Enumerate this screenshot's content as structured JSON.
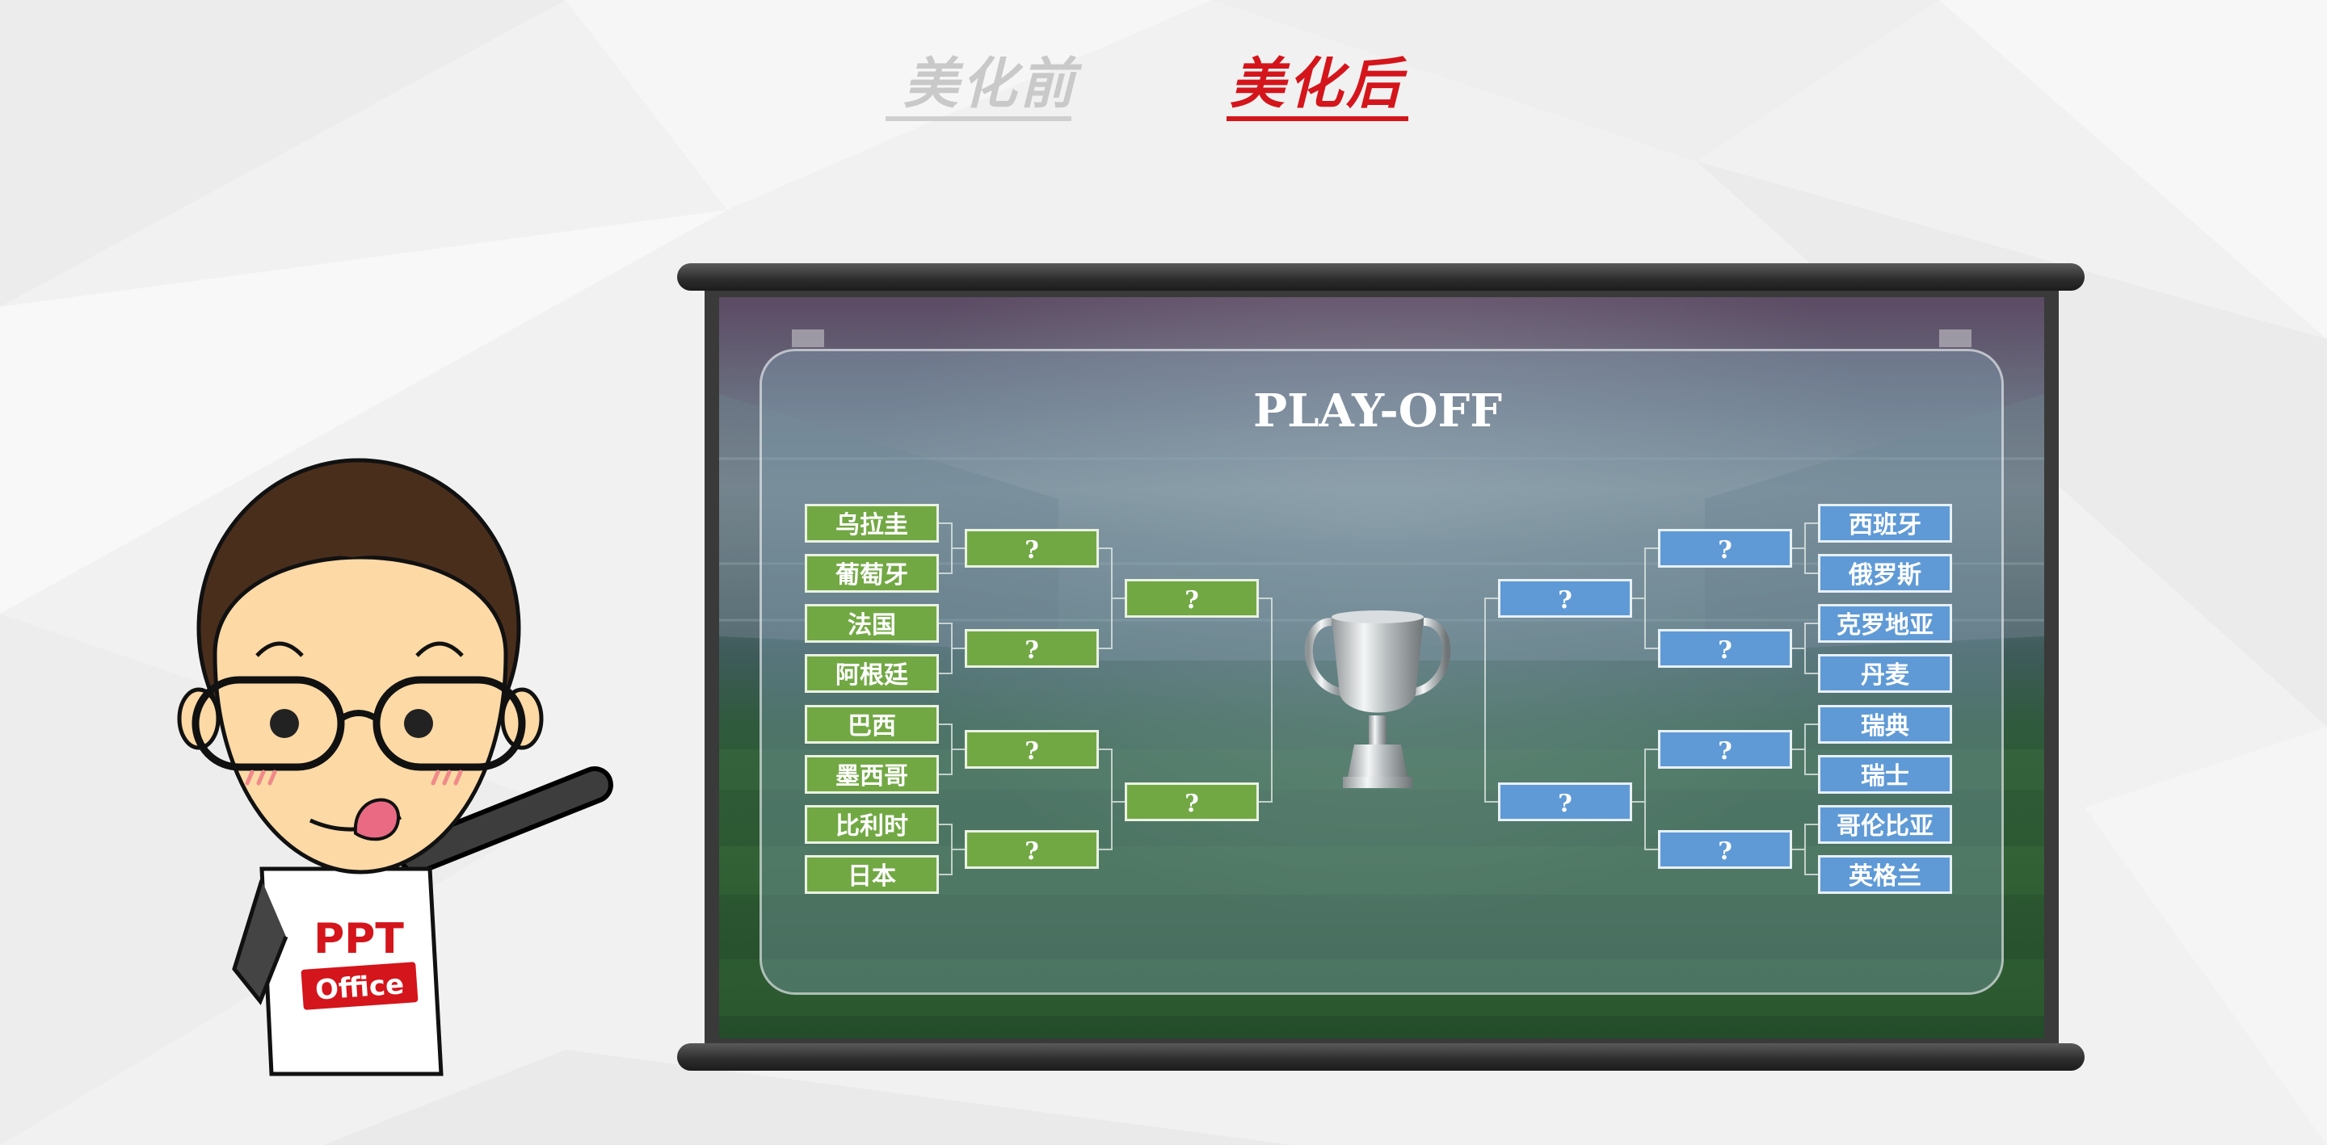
{
  "tabs": {
    "before_label": "美化前",
    "after_label": "美化后"
  },
  "bracket": {
    "title": "PLAY-OFF",
    "left_teams": [
      "乌拉圭",
      "葡萄牙",
      "法国",
      "阿根廷",
      "巴西",
      "墨西哥",
      "比利时",
      "日本"
    ],
    "right_teams": [
      "西班牙",
      "俄罗斯",
      "克罗地亚",
      "丹麦",
      "瑞典",
      "瑞士",
      "哥伦比亚",
      "英格兰"
    ],
    "unknown_label": "?"
  },
  "mascot": {
    "shirt_text": "PPT",
    "badge_text": "Office"
  },
  "colors": {
    "accent_red": "#d4151b",
    "team_green": "#72a844",
    "team_blue": "#5f9ad6",
    "inactive_tab": "#c9c9c9"
  }
}
